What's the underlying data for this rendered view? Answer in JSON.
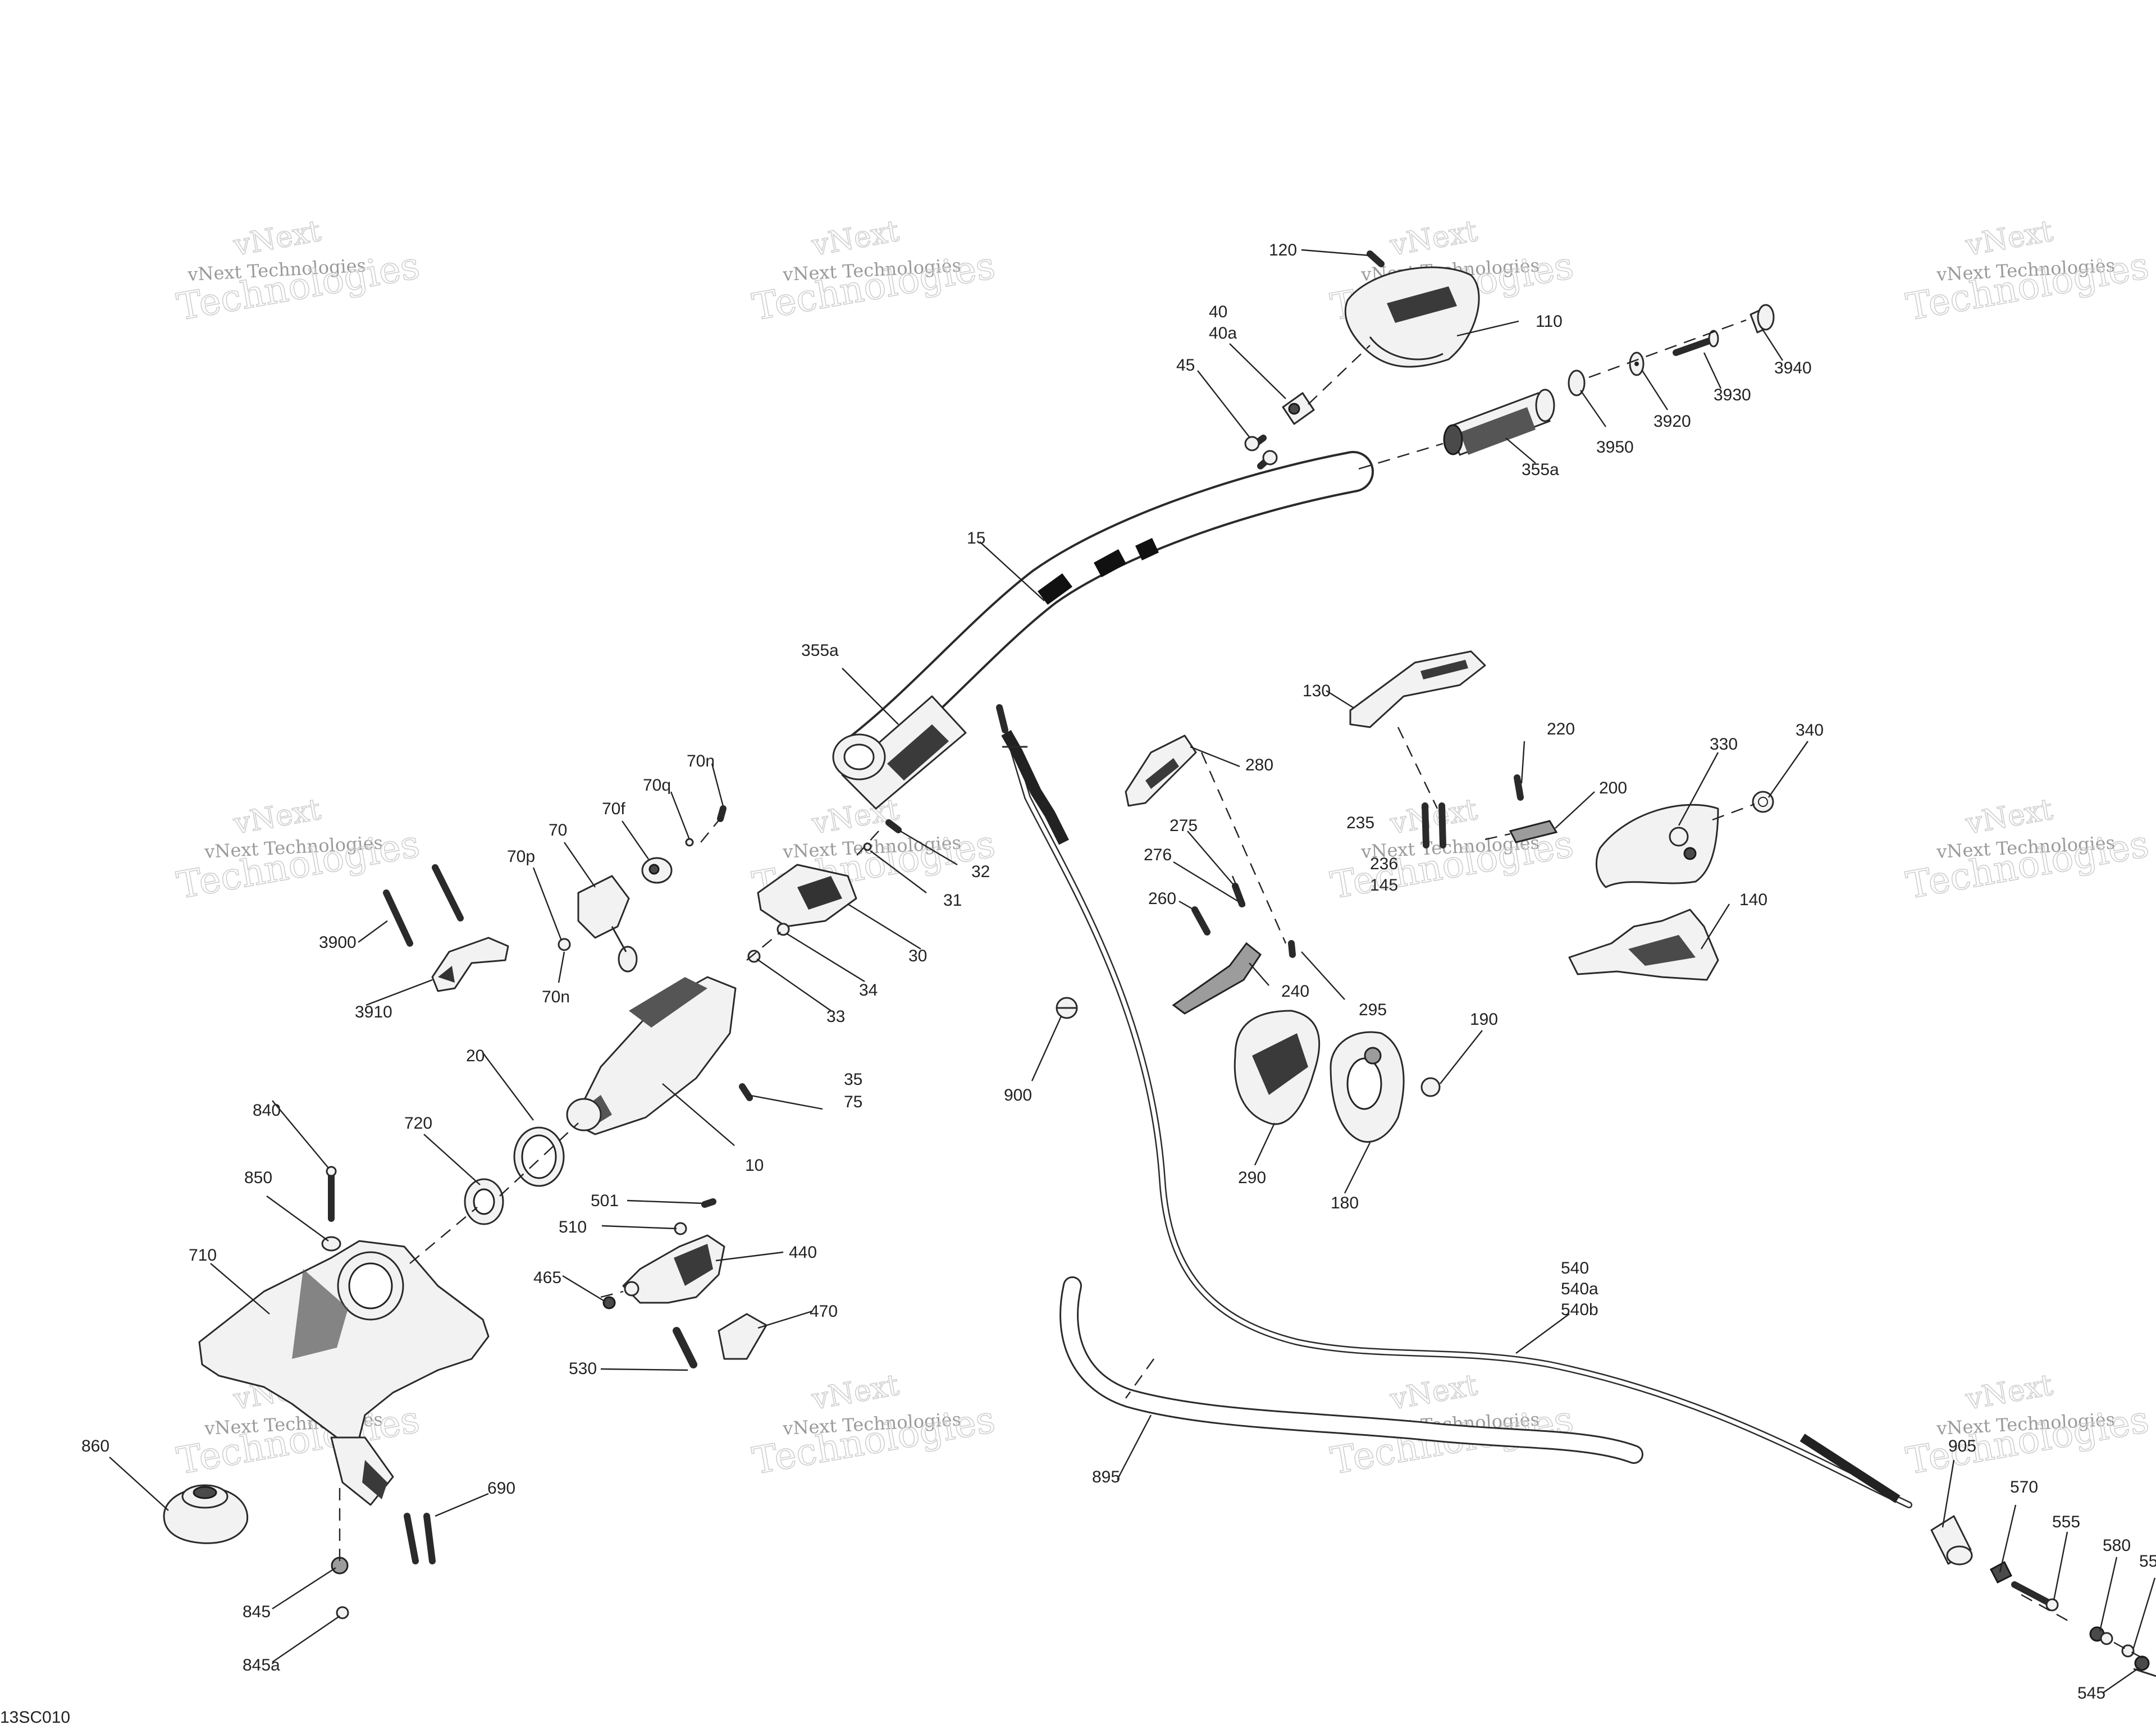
{
  "diagram_code": "13SC010",
  "watermark": {
    "line1": "vNext",
    "line2": "vNext Technologies",
    "line3": "Technologies"
  },
  "labels": {
    "l120": "120",
    "l40": "40",
    "l40a": "40a",
    "l45": "45",
    "l110": "110",
    "l3940": "3940",
    "l3930": "3930",
    "l3920": "3920",
    "l3950": "3950",
    "l355a_top": "355a",
    "l15": "15",
    "l355a_left": "355a",
    "l130": "130",
    "l220": "220",
    "l200": "200",
    "l330": "330",
    "l340": "340",
    "l235": "235",
    "l236": "236",
    "l145": "145",
    "l140": "140",
    "l280": "280",
    "l275": "275",
    "l276": "276",
    "l260": "260",
    "l240": "240",
    "l295": "295",
    "l190": "190",
    "l290": "290",
    "l180": "180",
    "l900": "900",
    "l70n_top": "70n",
    "l70q": "70q",
    "l70f": "70f",
    "l70": "70",
    "l70p": "70p",
    "l70n_bottom": "70n",
    "l3900": "3900",
    "l3910": "3910",
    "l32": "32",
    "l31": "31",
    "l30": "30",
    "l34": "34",
    "l33": "33",
    "l20": "20",
    "l10": "10",
    "l35": "35",
    "l75": "75",
    "l840": "840",
    "l850": "850",
    "l720": "720",
    "l710": "710",
    "l501": "501",
    "l510": "510",
    "l440": "440",
    "l465": "465",
    "l470": "470",
    "l530": "530",
    "l540": "540",
    "l540a": "540a",
    "l540b": "540b",
    "l860": "860",
    "l690": "690",
    "l845": "845",
    "l845a": "845a",
    "l895": "895",
    "l905": "905",
    "l570": "570",
    "l555": "555",
    "l580": "580",
    "l55x": "55",
    "l545": "545"
  }
}
